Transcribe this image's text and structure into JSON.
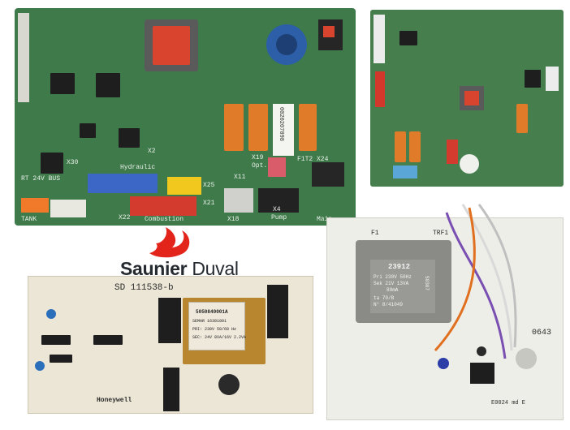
{
  "brand": {
    "name_bold": "Saunier",
    "name_regular": " Duval",
    "colors": {
      "logo_red": "#e2241b",
      "text": "#252a30"
    }
  },
  "board_main": {
    "labels": {
      "x20_bus": "RT 24V BUS",
      "x30": "X30",
      "tank": "TANK",
      "x19": "X19",
      "opt": "Opt.",
      "x11": "X11",
      "x22": "X22",
      "combustion": "Combustion",
      "pump": "Pump",
      "hydraulic": "Hydraulic",
      "fit": "F1T2 X24",
      "sticker": "0020207098",
      "x25": "X25",
      "x21": "X21",
      "x4": "X4",
      "x18": "X18",
      "x2": "X2",
      "mains": "Main"
    }
  },
  "board_honeywell": {
    "label": "SD 111538-b",
    "maker": "Honeywell",
    "transformer": {
      "part": "5050840001A",
      "make": "SEMAR 16301001",
      "pri": "PRI: 230V 50/60 Hz",
      "sec": "SEC: 24V 8VA/16V 2.2VA"
    }
  },
  "board_transformer": {
    "f1": "F1",
    "trf1": "TRF1",
    "transformer": {
      "model": "23912",
      "pri": "Pri 230V 50Hz",
      "sek": "Sek 21V 13VA",
      "current": "80mA",
      "ta": "ta 70/B",
      "no": "N° 8/41049",
      "date": "S0307"
    },
    "code": "0643",
    "bottom": "E0024 md E"
  }
}
